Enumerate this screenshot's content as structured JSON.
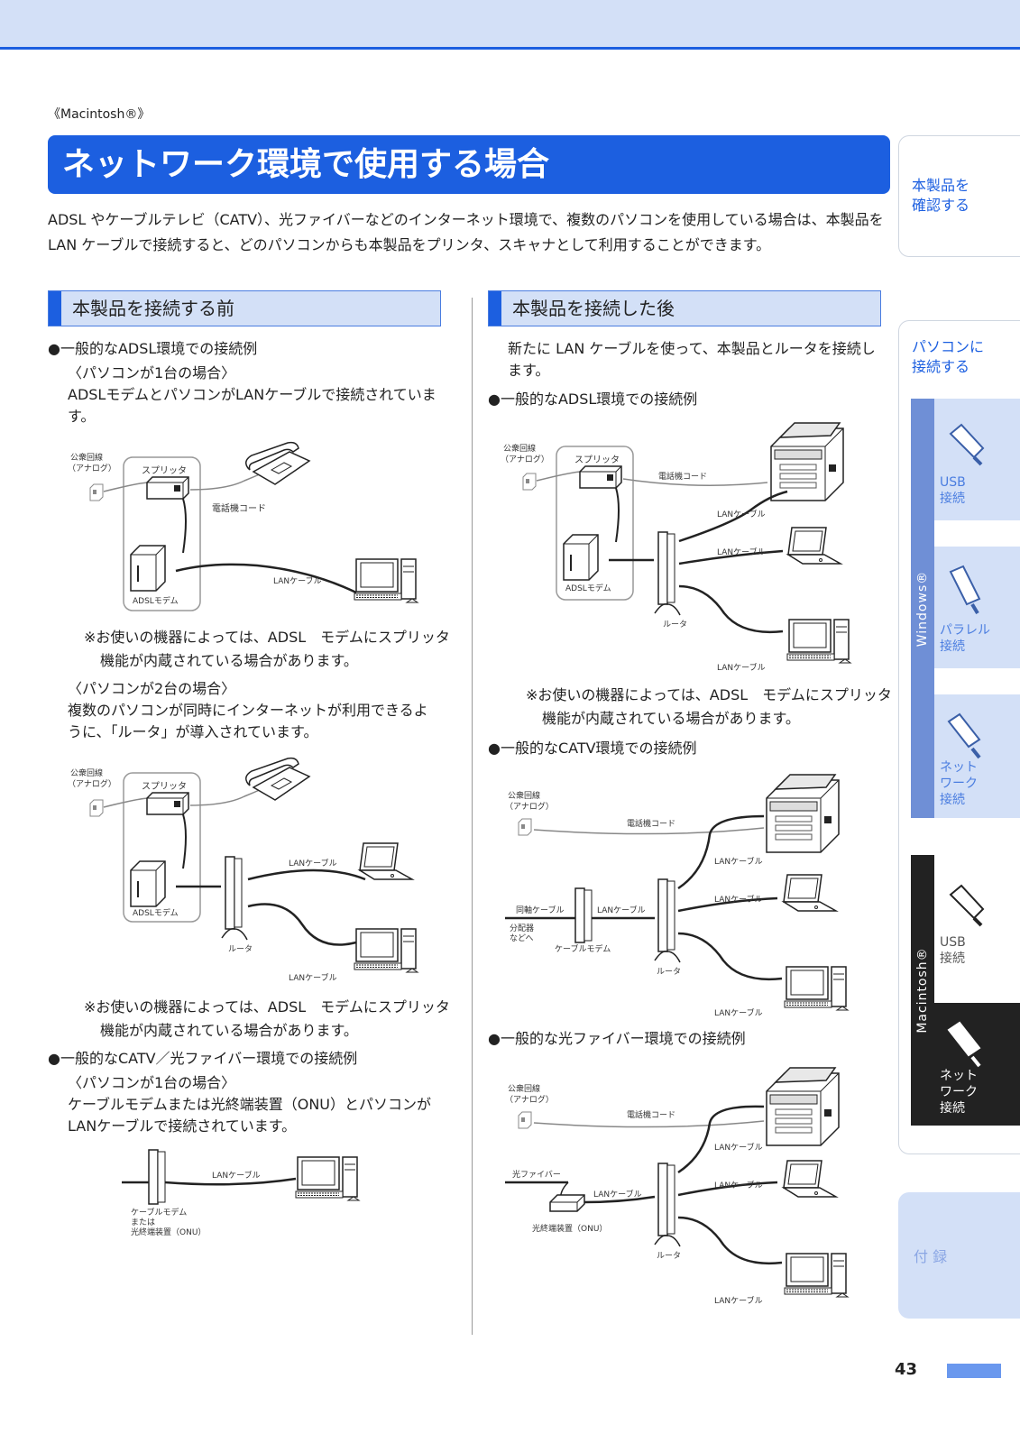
{
  "header": {
    "crumb": "《Macintosh®》"
  },
  "page": {
    "title": "ネットワーク環境で使用する場合",
    "intro": "ADSL やケーブルテレビ（CATV）、光ファイバーなどのインターネット環境で、複数のパソコンを使用している場合は、本製品を LAN ケーブルで接続すると、どのパソコンからも本製品をプリンタ、スキャナとして利用することができます。",
    "number": "43"
  },
  "left": {
    "heading": "本製品を接続する前",
    "adsl_bullet": "●一般的なADSL環境での接続例",
    "one_pc_title": "〈パソコンが1台の場合〉",
    "one_pc_desc": "ADSLモデムとパソコンがLANケーブルで接続されています。",
    "note1": "※お使いの機器によっては、ADSL　モデムにスプリッタ機能が内蔵されている場合があります。",
    "two_pc_title": "〈パソコンが2台の場合〉",
    "two_pc_desc": "複数のパソコンが同時にインターネットが利用できるように、「ルータ」が導入されています。",
    "note2": "※お使いの機器によっては、ADSL　モデムにスプリッタ機能が内蔵されている場合があります。",
    "catv_bullet": "●一般的なCATV／光ファイバー環境での接続例",
    "catv_title": "〈パソコンが1台の場合〉",
    "catv_desc": "ケーブルモデムまたは光終端装置（ONU）とパソコンがLANケーブルで接続されています。"
  },
  "right": {
    "heading": "本製品を接続した後",
    "intro": "新たに LAN ケーブルを使って、本製品とルータを接続します。",
    "adsl_bullet": "●一般的なADSL環境での接続例",
    "note": "※お使いの機器によっては、ADSL　モデムにスプリッタ機能が内蔵されている場合があります。",
    "catv_bullet": "●一般的なCATV環境での接続例",
    "fiber_bullet": "●一般的な光ファイバー環境での接続例"
  },
  "labels": {
    "public_line_1": "公衆回線",
    "public_line_2": "（アナログ）",
    "splitter": "スプリッタ",
    "phone_cord": "電話機コード",
    "adsl_modem": "ADSLモデム",
    "lan_cable": "LANケーブル",
    "router": "ルータ",
    "coax": "同軸ケーブル",
    "distributor_1": "分配器",
    "distributor_2": "などへ",
    "cable_modem": "ケーブルモデム",
    "fiber": "光ファイバー",
    "onu": "光終端装置（ONU）",
    "cm_or_onu_1": "ケーブルモデム",
    "cm_or_onu_2": "または",
    "cm_or_onu_3": "光終端装置（ONU）"
  },
  "sidebar": {
    "tab1": [
      "本製品を",
      "確認する"
    ],
    "tab2": [
      "パソコンに",
      "接続する"
    ],
    "windows": "Windows®",
    "mac": "Macintosh®",
    "win_usb": [
      "USB",
      "接続"
    ],
    "win_parallel": [
      "パラレル",
      "接続"
    ],
    "win_network": [
      "ネット",
      "ワーク",
      "接続"
    ],
    "mac_usb": [
      "USB",
      "接続"
    ],
    "mac_network": [
      "ネット",
      "ワーク",
      "接続"
    ],
    "appendix": "付 録"
  },
  "colors": {
    "accent": "#1c5fe0",
    "light": "#d3e0f7",
    "side": "#7c9ad6"
  }
}
